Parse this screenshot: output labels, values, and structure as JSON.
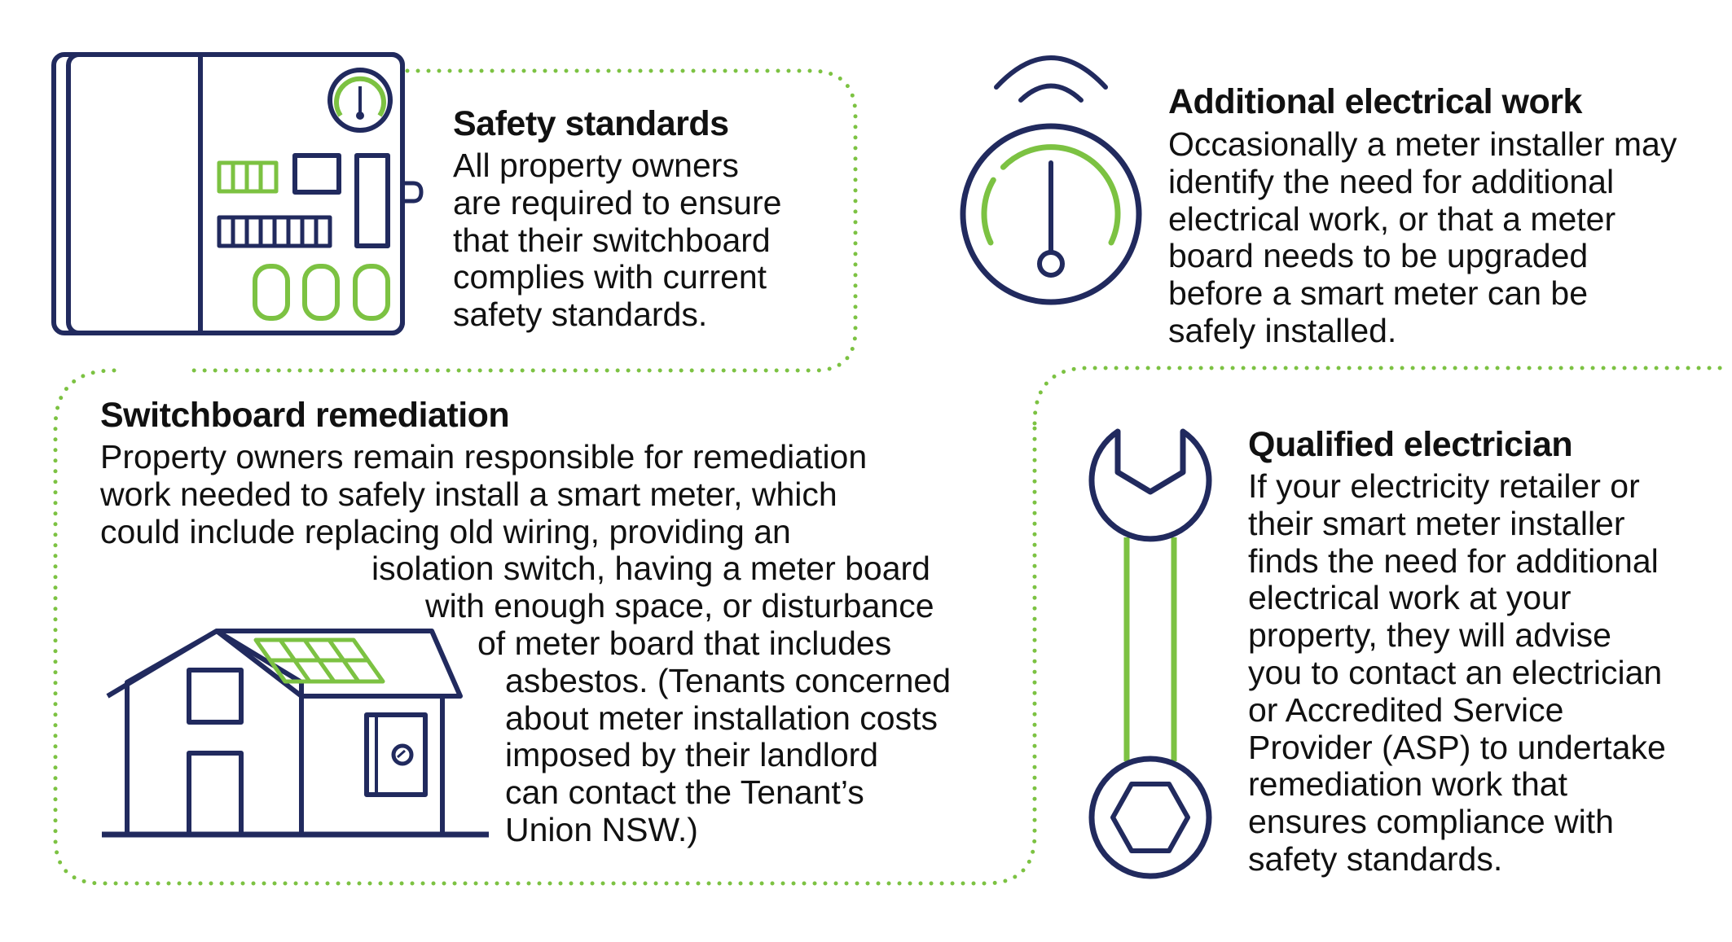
{
  "colors": {
    "navy": "#212a5e",
    "green": "#7cc242"
  },
  "sections": {
    "safety_standards": {
      "icon": "switchboard-icon",
      "title": "Safety standards",
      "lines": [
        "All property owners",
        "are required to ensure",
        "that their switchboard",
        "complies with current",
        "safety standards."
      ]
    },
    "additional_work": {
      "icon": "meter-gauge-icon",
      "title": "Additional electrical work",
      "lines": [
        "Occasionally a meter installer may",
        "identify the need for additional",
        "electrical work, or that a meter",
        "board needs to be upgraded",
        "before a smart meter can be",
        "safely installed."
      ]
    },
    "remediation": {
      "icon": "house-with-solar-icon",
      "title": "Switchboard remediation",
      "lines": [
        "Property owners remain responsible for remediation",
        "work needed to safely install a smart meter, which",
        "could include replacing old wiring, providing an",
        "isolation switch, having a meter board",
        "with enough space, or disturbance",
        "of meter board that includes",
        "asbestos. (Tenants concerned",
        "about meter installation costs",
        "imposed by their landlord",
        "can contact the Tenant’s",
        "Union NSW.)"
      ]
    },
    "electrician": {
      "icon": "wrench-icon",
      "title": "Qualified electrician",
      "lines": [
        "If your electricity retailer or",
        "their smart meter installer",
        "finds the need for additional",
        "electrical work at your",
        "property, they will advise",
        "you to contact an electrician",
        "or Accredited Service",
        "Provider (ASP) to undertake",
        "remediation work that",
        "ensures compliance with",
        "safety standards."
      ]
    }
  }
}
